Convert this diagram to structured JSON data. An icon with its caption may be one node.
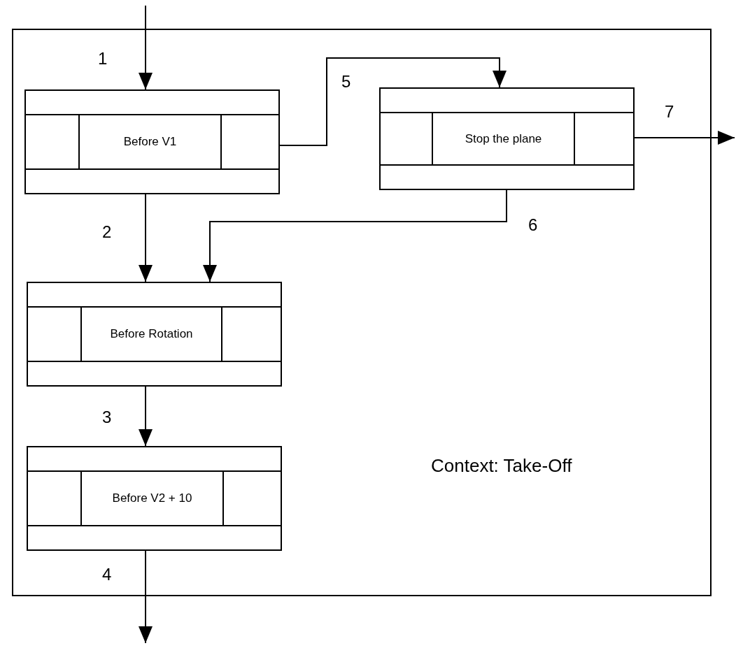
{
  "diagram": {
    "nodes": [
      {
        "text": [
          "Context: Take-Off"
        ]
      },
      {
        "text": [
          "Before V1"
        ],
        "in": 0
      },
      {
        "text": [
          "Stop the plane"
        ],
        "in": 0
      },
      {
        "text": [
          "Before Rotation"
        ],
        "in": 0
      },
      {
        "text": [
          "Before V2 + 10"
        ],
        "in": 0
      }
    ],
    "edges": [
      {
        "from": null,
        "to": 1,
        "arrow": "to",
        "label": "1"
      },
      {
        "from": 1,
        "to": 3,
        "arrow": "to",
        "label": "2"
      },
      {
        "from": 3,
        "to": 4,
        "arrow": "to",
        "label": "3"
      },
      {
        "from": 4,
        "to": null,
        "arrow": "to",
        "label": "4"
      },
      {
        "from": 1,
        "to": 2,
        "arrow": "to",
        "label": "5"
      },
      {
        "from": 2,
        "to": 3,
        "arrow": "to",
        "label": "6"
      },
      {
        "from": 2,
        "to": null,
        "arrow": "to",
        "label": "7"
      }
    ]
  }
}
